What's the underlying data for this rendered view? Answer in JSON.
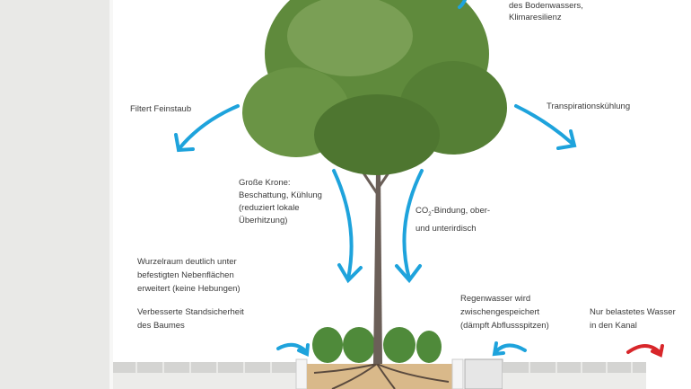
{
  "labels": {
    "soil_water": [
      "des Bodenwassers,",
      "Klimaresilienz"
    ],
    "fine_dust": "Filtert Feinstaub",
    "transpiration": "Transpirationskühlung",
    "crown": [
      "Große Krone:",
      "Beschattung, Kühlung",
      "(reduziert lokale",
      "Überhitzung)"
    ],
    "co2": {
      "prefix": "CO",
      "sub": "2",
      "line1_rest": "-Bindung, ober-",
      "line2": "und unterirdisch"
    },
    "root_space": [
      "Wurzelraum deutlich unter",
      "befestigten Nebenflächen",
      "erweitert (keine Hebungen)"
    ],
    "stability": [
      "Verbesserte Standsicherheit",
      "des Baumes"
    ],
    "rainwater": [
      "Regenwasser wird",
      "zwischengespeichert",
      "(dämpft Abflussspitzen)"
    ],
    "sewer": [
      "Nur belastetes Wasser",
      "in den Kanal"
    ]
  },
  "colors": {
    "arrow_blue": "#1ea3dc",
    "arrow_red": "#d8262a",
    "foliage": "#5f8a3c",
    "soil": "#d9b98a",
    "paving": "#d4d4d2"
  }
}
